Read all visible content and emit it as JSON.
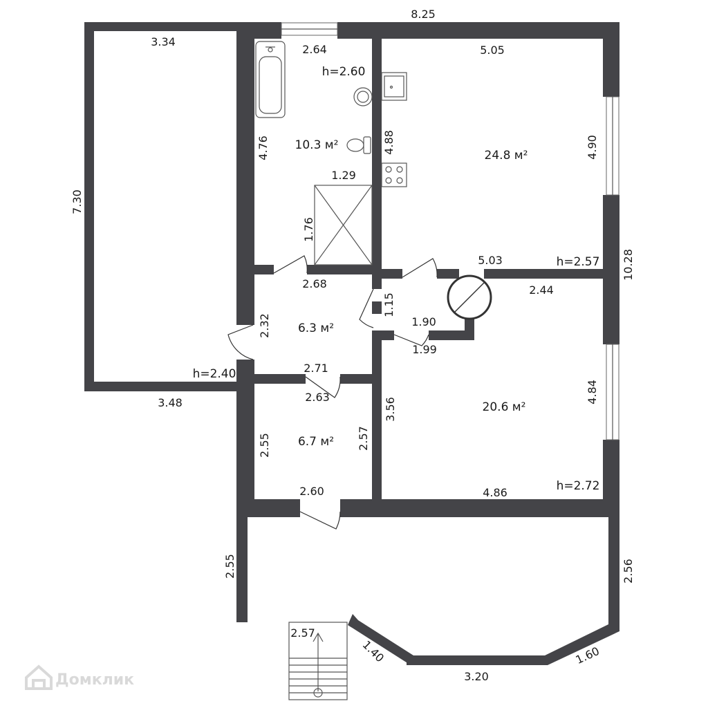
{
  "plan": {
    "dimensions": {
      "overall_top": "8.25",
      "overall_right": "10.28",
      "left_room_top": "3.34",
      "left_room_height": "7.30",
      "left_room_bottom": "3.48",
      "bath_top": "2.64",
      "bath_left": "4.76",
      "bath_right": "4.88",
      "hatch_top": "1.29",
      "hatch_side": "1.76",
      "kitchen_top": "5.05",
      "kitchen_right": "4.90",
      "kitchen_bottom": "5.03",
      "hall_top": "2.68",
      "hall_side": "2.32",
      "hall_bottom": "2.71",
      "corridor_side": "1.15",
      "corridor_width": "1.90",
      "corridor_bottom": "1.99",
      "room20_top": "2.44",
      "room20_left": "3.56",
      "room20_right": "4.84",
      "room20_bottom": "4.86",
      "small_top": "2.63",
      "small_left": "2.55",
      "small_right": "2.57",
      "small_bottom": "2.60",
      "veranda_left": "2.55",
      "veranda_right": "2.56",
      "veranda_bottom": "3.20",
      "veranda_diag_left": "1.40",
      "veranda_diag_right": "1.60",
      "stairs_width": "2.57"
    },
    "areas": {
      "bath": "10.3 м²",
      "kitchen": "24.8 м²",
      "hall": "6.3 м²",
      "room_small": "6.7 м²",
      "room_large": "20.6 м²"
    },
    "heights": {
      "bath": "h=2.60",
      "kitchen": "h=2.57",
      "left_room": "h=2.40",
      "room_large": "h=2.72"
    },
    "watermark": "Домклик",
    "icons": [
      "bathtub-icon",
      "sink-icon",
      "toilet-icon",
      "stove-icon",
      "boiler-icon",
      "stairs-icon"
    ]
  }
}
